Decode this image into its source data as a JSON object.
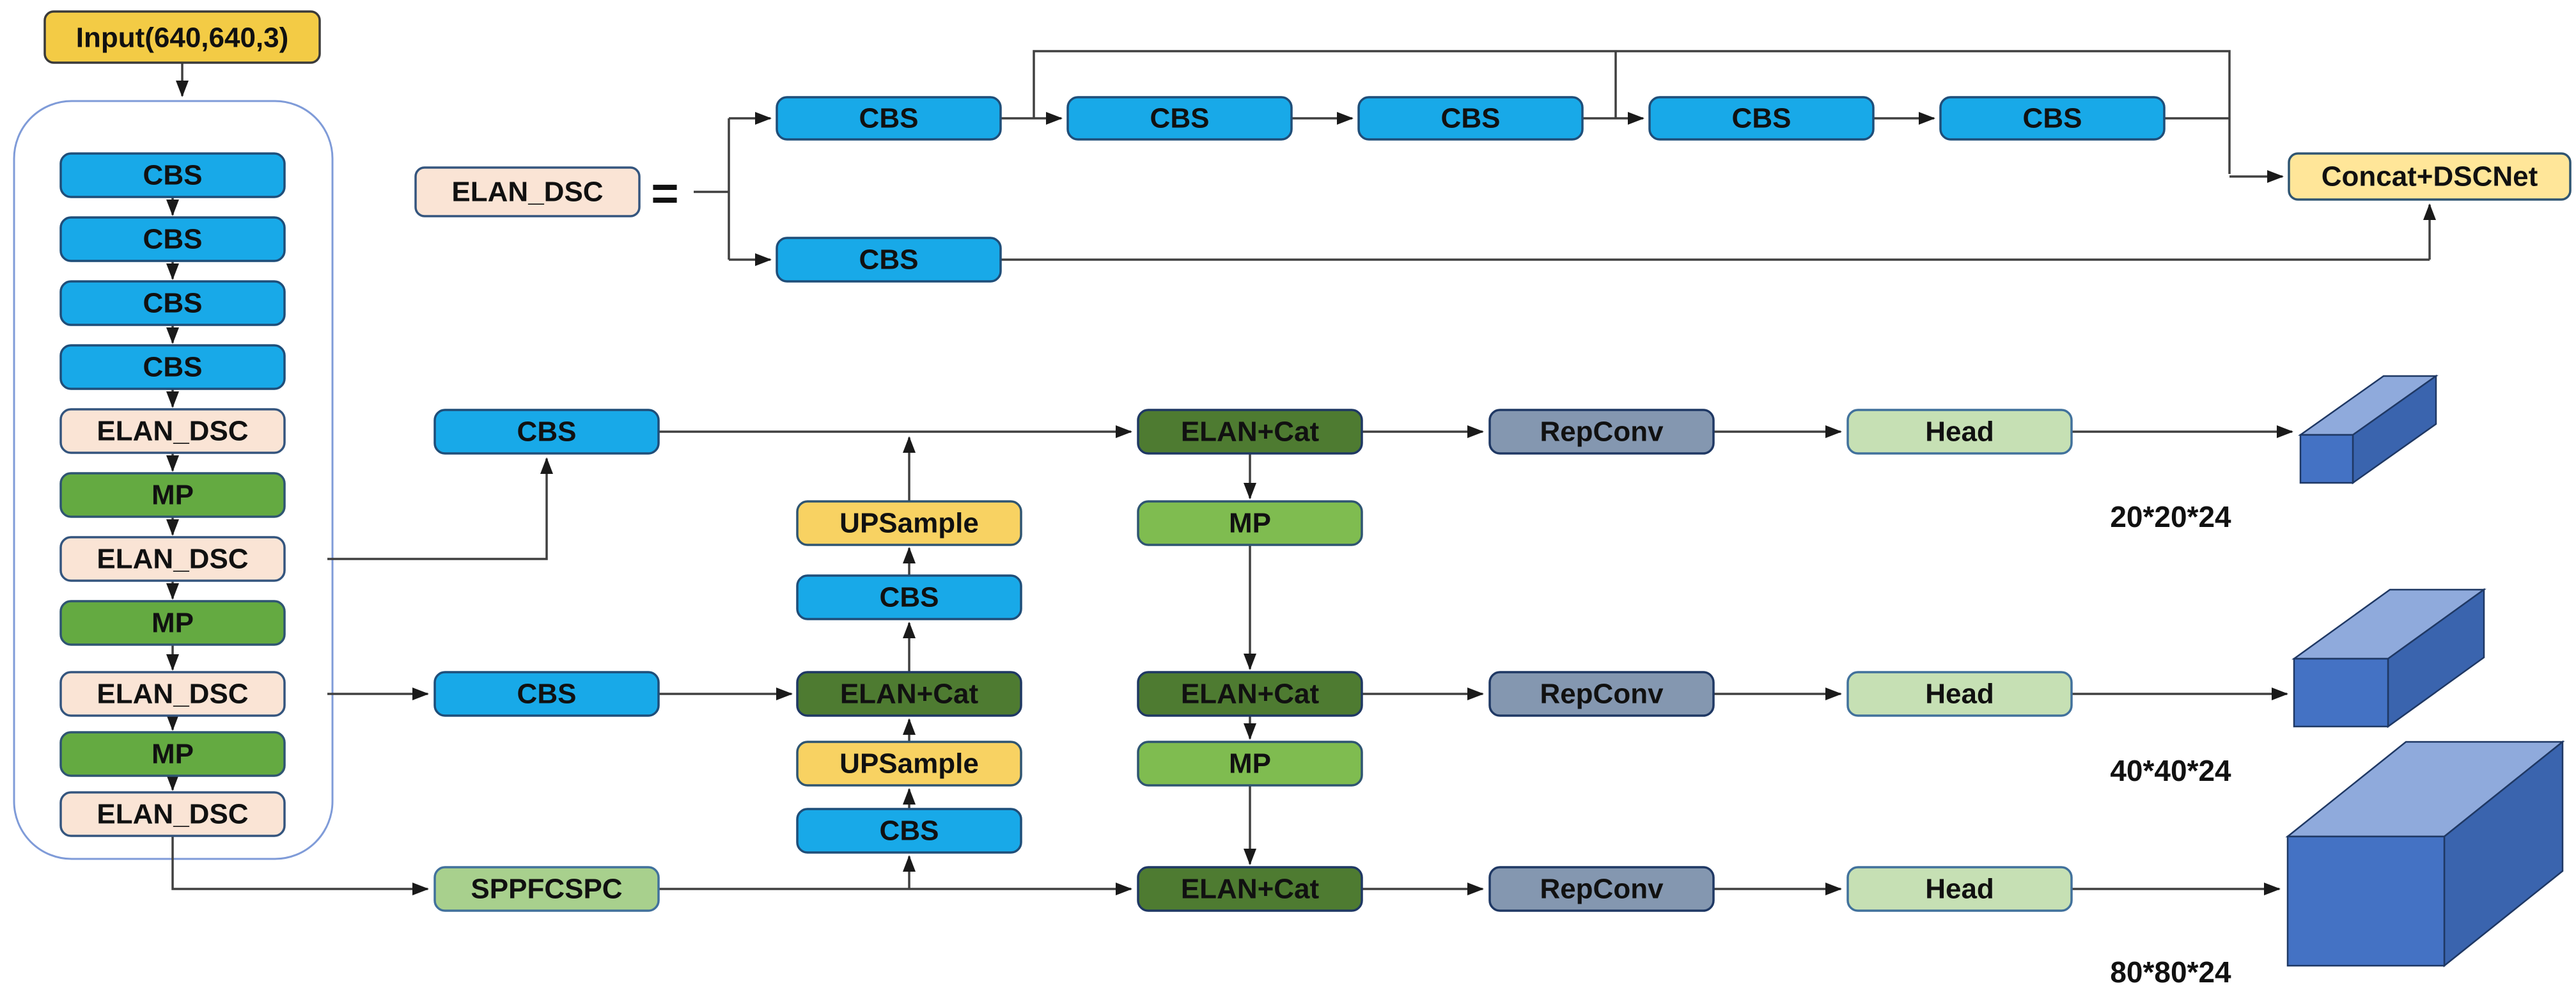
{
  "diagram": {
    "input_label": "Input(640,640,3)",
    "backbone": {
      "items": [
        "CBS",
        "CBS",
        "CBS",
        "CBS",
        "ELAN_DSC",
        "MP",
        "ELAN_DSC",
        "MP",
        "ELAN_DSC",
        "MP",
        "ELAN_DSC"
      ]
    },
    "elan_def": {
      "label": "ELAN_DSC",
      "equals": "=",
      "top_cbs": [
        "CBS",
        "CBS",
        "CBS",
        "CBS",
        "CBS"
      ],
      "branch_cbs": "CBS",
      "concat": "Concat+DSCNet"
    },
    "neck": {
      "upsample_top": "UPSample",
      "cbs_top": "CBS",
      "elan_cat": "ELAN+Cat",
      "upsample_bottom": "UPSample",
      "cbs_bottom": "CBS"
    },
    "mp_chain": {
      "top": "MP",
      "bottom": "MP"
    },
    "rows": [
      {
        "input": "CBS",
        "elan_cat": "ELAN+Cat",
        "repconv": "RepConv",
        "head": "Head",
        "output_dims": "20*20*24"
      },
      {
        "input": "CBS",
        "elan_cat": "ELAN+Cat",
        "repconv": "RepConv",
        "head": "Head",
        "output_dims": "40*40*24"
      },
      {
        "input": "SPPFCSPC",
        "elan_cat": "ELAN+Cat",
        "repconv": "RepConv",
        "head": "Head",
        "output_dims": "80*80*24"
      }
    ],
    "colors": {
      "cbs_blue": "#18A9E8",
      "elan_dsc_peach": "#FAE4D5",
      "backbone_mp_green": "#64AA41",
      "neck_mp_green": "#7FBC50",
      "elan_cat_green": "#4E7B31",
      "sppfcspc_green": "#A8D08D",
      "head_green": "#C6E0B4",
      "repconv_slate": "#8497B0",
      "upsample_yellow": "#F8D262",
      "input_gold": "#F3CB45",
      "concat_yellow": "#FFE699",
      "cuboid_front": "#4472C4",
      "cuboid_top": "#8FAADC",
      "cuboid_side": "#3A64AE",
      "container_border": "#7F9BD8",
      "line": "#404040"
    }
  }
}
